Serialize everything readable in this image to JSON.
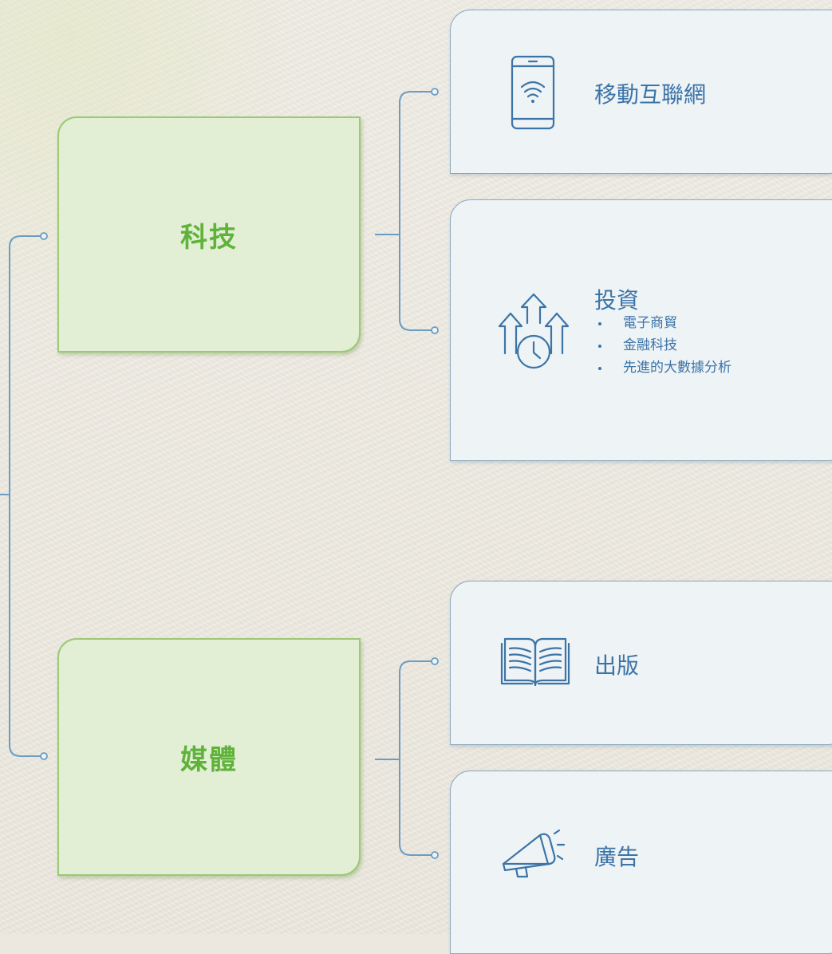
{
  "categories": [
    {
      "label": "科技",
      "items": [
        {
          "title": "移動互聯網",
          "icon": "smartphone-wifi-icon",
          "bullets": []
        },
        {
          "title": "投資",
          "icon": "growth-arrows-clock-icon",
          "bullets": [
            "電子商貿",
            "金融科技",
            "先進的大數據分析"
          ]
        }
      ]
    },
    {
      "label": "媒體",
      "items": [
        {
          "title": "出版",
          "icon": "open-book-icon",
          "bullets": []
        },
        {
          "title": "廣告",
          "icon": "megaphone-icon",
          "bullets": []
        }
      ]
    }
  ],
  "colors": {
    "category_fill": "#e2efd4",
    "category_border": "#9cc877",
    "category_text": "#5fb23a",
    "card_fill": "#eef3f5",
    "card_border": "#8aa9c0",
    "accent_blue": "#3c74a8",
    "connector": "#6a9cc4"
  }
}
